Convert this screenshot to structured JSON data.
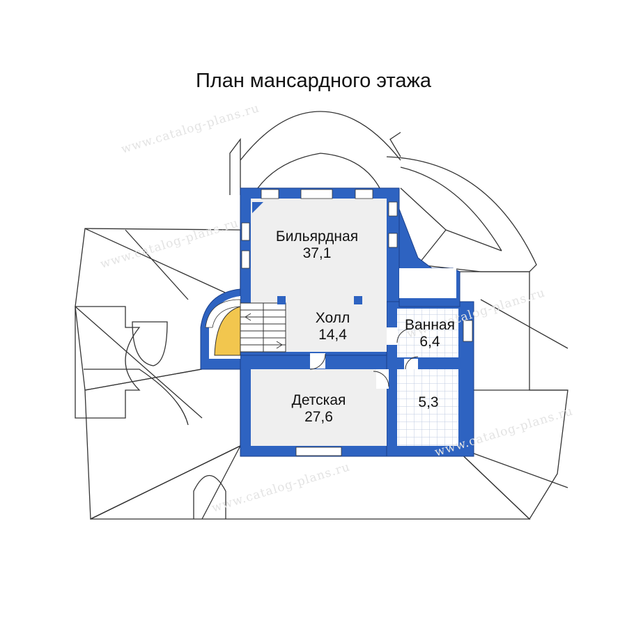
{
  "title": "План мансардного этажа",
  "watermark": "www.catalog-plans.ru",
  "colors": {
    "wall": "#2e63c1",
    "wall_outline": "#1a3f8a",
    "floor": "#efefef",
    "stair": "#f2c64e",
    "tile_grid": "#bfcbe0",
    "roof_lines": "#333333"
  },
  "rooms": [
    {
      "id": "billiard",
      "name": "Бильярдная",
      "area": "37,1"
    },
    {
      "id": "hall",
      "name": "Холл",
      "area": "14,4"
    },
    {
      "id": "bath",
      "name": "Ванная",
      "area": "6,4"
    },
    {
      "id": "kids",
      "name": "Детская",
      "area": "27,6"
    },
    {
      "id": "wc",
      "name": "",
      "area": "5,3"
    }
  ]
}
